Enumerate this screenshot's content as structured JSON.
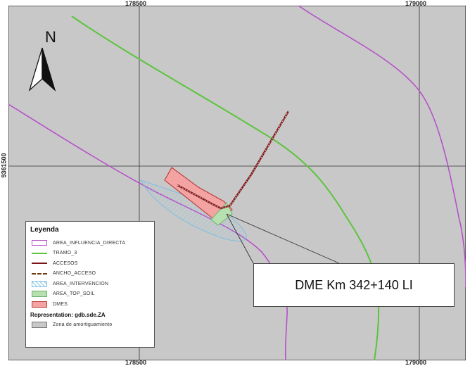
{
  "map": {
    "ticks": {
      "x_top_left": "178500",
      "x_top_right": "179000",
      "x_bottom_left": "178500",
      "x_bottom_right": "179000",
      "y_left": "9361500"
    },
    "north": "N",
    "callout": "DME Km 342+140 LI",
    "colors": {
      "background": "#c8c8c8",
      "grid": "#333333",
      "influence": "#b651c9",
      "tramo": "#5cc43d",
      "accesos": "#7a1515",
      "ancho": "#6b3a10",
      "intervencion": "#bfe3f2",
      "topsoil": "#b7e0b0",
      "dmes": "#f4a3a3"
    }
  },
  "legend": {
    "title": "Leyenda",
    "items": [
      {
        "label": "AREA_INFLUENCIA_DIRECTA",
        "symbol": "outline-purple"
      },
      {
        "label": "TRAMO_3",
        "symbol": "line-green"
      },
      {
        "label": "ACCESOS",
        "symbol": "line-darkred"
      },
      {
        "label": "ANCHO_ACCESO",
        "symbol": "line-dashed-brown"
      },
      {
        "label": "AREA_INTERVENCION",
        "symbol": "hatch-lightblue"
      },
      {
        "label": "AREA_TOP_SOIL",
        "symbol": "fill-lightgreen"
      },
      {
        "label": "DMES",
        "symbol": "fill-pink"
      }
    ],
    "representation_title": "Representation: gdb.sde.ZA",
    "representation_item": {
      "label": "Zona de amortiguamiento",
      "symbol": "fill-grey"
    }
  }
}
